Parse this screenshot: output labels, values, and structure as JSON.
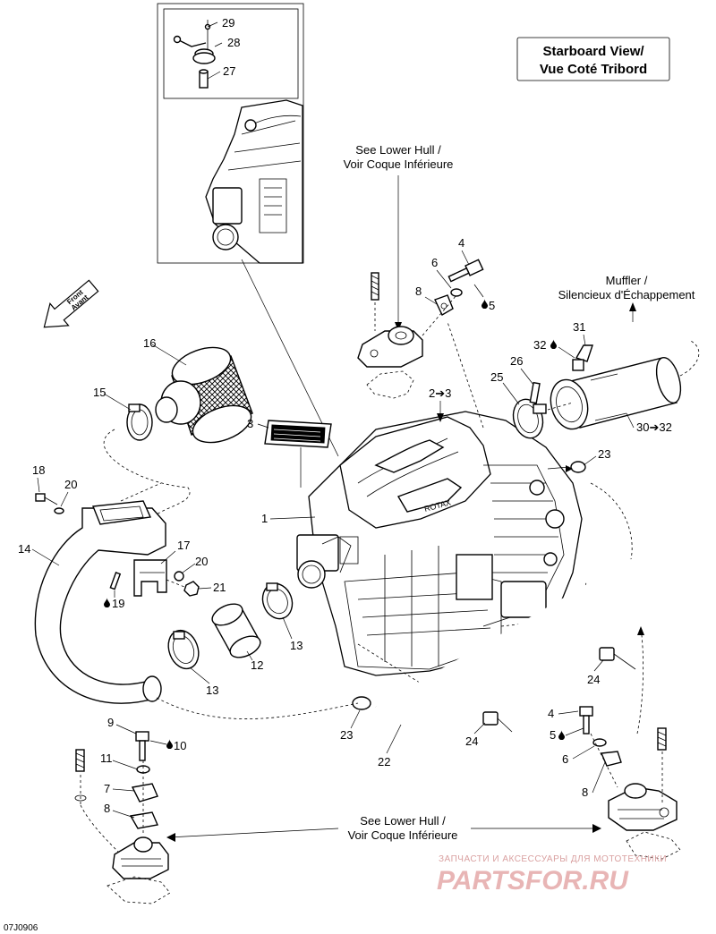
{
  "view_title_line1": "Starboard View/",
  "view_title_line2": "Vue Coté Tribord",
  "see_lower_hull_top_line1": "See Lower Hull /",
  "see_lower_hull_top_line2": "Voir Coque Inférieure",
  "see_lower_hull_bottom_line1": "See Lower Hull /",
  "see_lower_hull_bottom_line2": "Voir Coque Inférieure",
  "muffler_line1": "Muffler /",
  "muffler_line2": "Silencieux d'Échappement",
  "front_line1": "Front",
  "front_line2": "Avant",
  "diagram_code": "07J0906",
  "watermark_top": "ЗАПЧАСТИ И АКСЕССУАРЫ ДЛЯ МОТОТЕХНИКИ",
  "watermark_brand": "PARTSFOR.RU",
  "callouts": {
    "c1": "1",
    "c2": "2➔3",
    "c3": "3",
    "c4_top": "4",
    "c5_top": "5",
    "c6_top": "6",
    "c8_top": "8",
    "c9": "9",
    "c10": "10",
    "c11": "11",
    "c7": "7",
    "c8_left": "8",
    "c12": "12",
    "c13_left": "13",
    "c13_right": "13",
    "c14": "14",
    "c15": "15",
    "c16": "16",
    "c17": "17",
    "c18": "18",
    "c19": "19",
    "c20_top": "20",
    "c20_mid": "20",
    "c21": "21",
    "c22": "22",
    "c23_right": "23",
    "c23_bottom": "23",
    "c24_right": "24",
    "c24_bottom": "24",
    "c25": "25",
    "c26": "26",
    "c27": "27",
    "c28": "28",
    "c29": "29",
    "c30": "30➔32",
    "c31": "31",
    "c32": "32",
    "c4_bottom": "4",
    "c5_bottom": "5",
    "c6_bottom": "6",
    "c8_bottom": "8"
  },
  "colors": {
    "line": "#000000",
    "watermark_text": "#d9a0a0",
    "watermark_brand": "#e8b5b5"
  },
  "icons": {
    "front_arrow": "front-arrow-icon",
    "sealant_drop": "sealant-drop-icon"
  }
}
